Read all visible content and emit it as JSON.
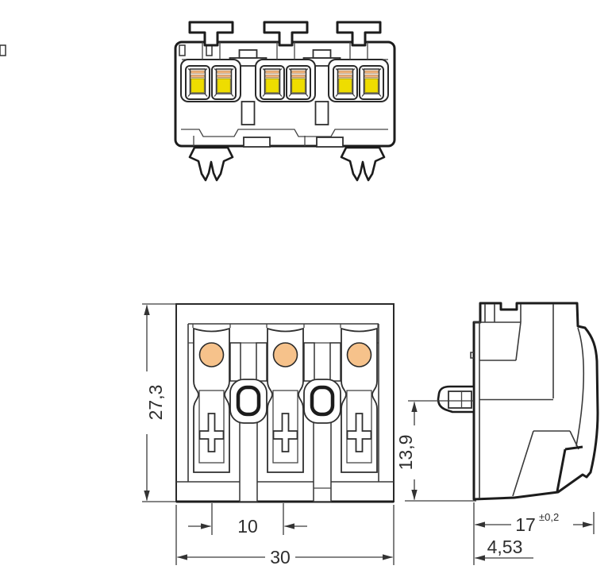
{
  "drawing": {
    "dimensions": {
      "plan_height": "27,3",
      "pole_pitch": "10",
      "plan_width": "30",
      "clip_height": "13,9",
      "depth": "17",
      "depth_tolerance": "±0,2",
      "offset": "4,53"
    },
    "colors": {
      "line": "#333333",
      "line_heavy": "#1c1c1c",
      "clamp_yellow": "#eedd00",
      "contact_peach": "#f6c28b",
      "stripe_peach": "#f0b27a",
      "background": "#ffffff"
    }
  }
}
